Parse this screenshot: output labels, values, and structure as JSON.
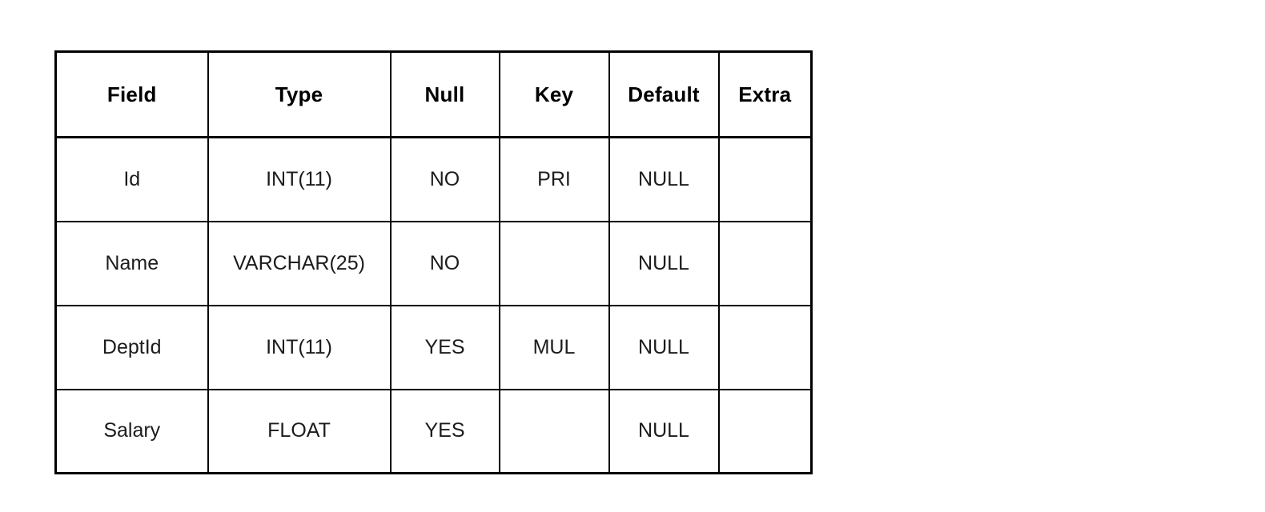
{
  "colors": {
    "border": "#000000",
    "background": "#ffffff",
    "header_text": "#000000",
    "cell_text": "#1c1c1c"
  },
  "table": {
    "columns": [
      "Field",
      "Type",
      "Null",
      "Key",
      "Default",
      "Extra"
    ],
    "rows": [
      [
        "Id",
        "INT(11)",
        "NO",
        "PRI",
        "NULL",
        ""
      ],
      [
        "Name",
        "VARCHAR(25)",
        "NO",
        "",
        "NULL",
        ""
      ],
      [
        "DeptId",
        "INT(11)",
        "YES",
        "MUL",
        "NULL",
        ""
      ],
      [
        "Salary",
        "FLOAT",
        "YES",
        "",
        "NULL",
        ""
      ]
    ]
  }
}
